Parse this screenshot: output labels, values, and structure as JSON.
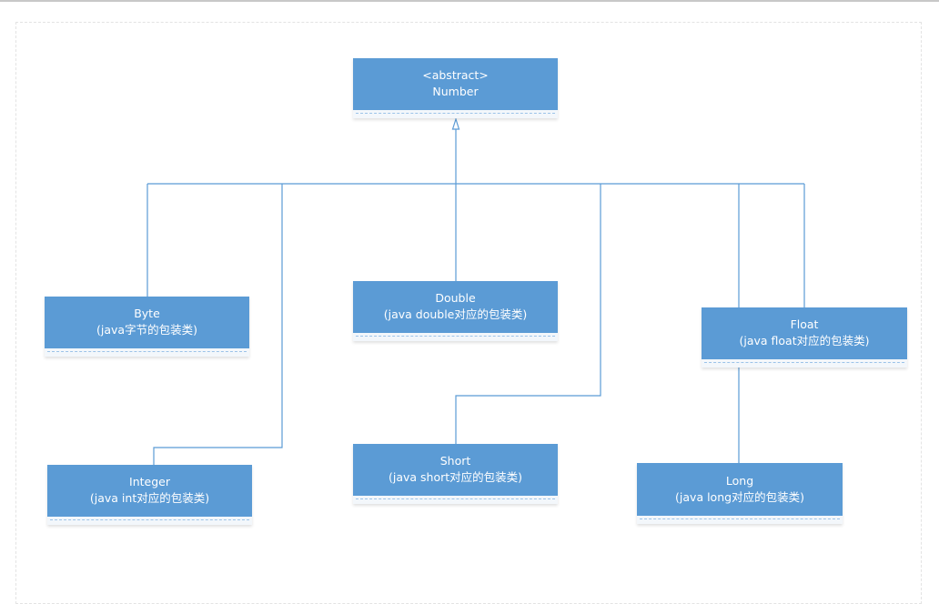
{
  "diagram": {
    "parent": {
      "stereotype": "<abstract>",
      "name": "Number"
    },
    "children": [
      {
        "id": "byte",
        "name": "Byte",
        "note": "(java字节的包装类)"
      },
      {
        "id": "double",
        "name": "Double",
        "note": "(java double对应的包装类)"
      },
      {
        "id": "float",
        "name": "Float",
        "note": "(java float对应的包装类)"
      },
      {
        "id": "integer",
        "name": "Integer",
        "note": "(java int对应的包装类)"
      },
      {
        "id": "short",
        "name": "Short",
        "note": "(java short对应的包装类)"
      },
      {
        "id": "long",
        "name": "Long",
        "note": "(java long对应的包装类)"
      }
    ],
    "colors": {
      "class_fill": "#5b9bd5",
      "class_text": "#ffffff",
      "connector": "#5b9bd5"
    }
  }
}
